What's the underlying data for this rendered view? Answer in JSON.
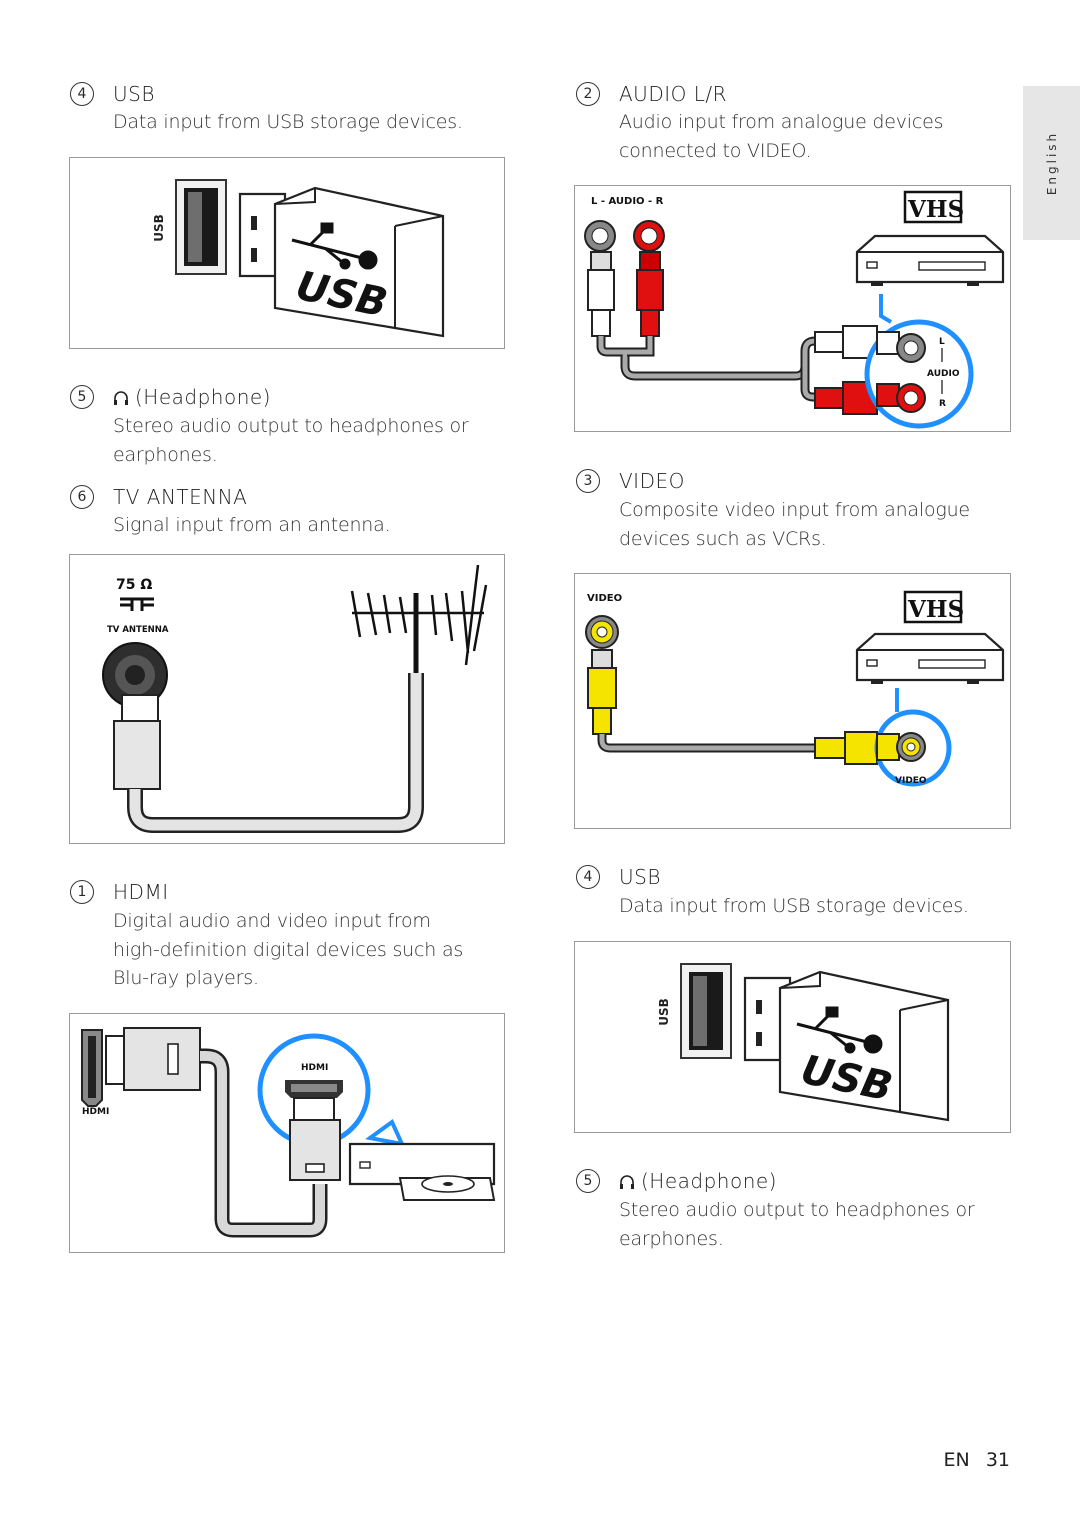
{
  "side_tab": {
    "language": "English"
  },
  "left": {
    "usb": {
      "num": "4",
      "title": "USB",
      "desc": "Data input from USB storage devices.",
      "port_label": "USB",
      "logo_text": "USB"
    },
    "headphone": {
      "num": "5",
      "title": "(Headphone)",
      "desc": "Stereo audio output to headphones or earphones."
    },
    "antenna": {
      "num": "6",
      "title": "TV ANTENNA",
      "desc": "Signal input from an antenna.",
      "port_ohm": "75 Ω",
      "port_label": "TV ANTENNA"
    },
    "hdmi": {
      "num": "1",
      "title": "HDMI",
      "desc": "Digital audio and video input from high-definition digital devices such as Blu-ray players.",
      "port_label": "HDMI",
      "callout_label": "HDMI"
    }
  },
  "right": {
    "audio": {
      "num": "2",
      "title": "AUDIO L/R",
      "desc": "Audio input from analogue devices connected to VIDEO.",
      "port_label": "L - AUDIO - R",
      "vhs": "VHS",
      "callout_l": "L",
      "callout_audio": "AUDIO",
      "callout_r": "R"
    },
    "video": {
      "num": "3",
      "title": "VIDEO",
      "desc": "Composite video input from analogue devices such as VCRs.",
      "port_label": "VIDEO",
      "vhs": "VHS",
      "callout_label": "VIDEO"
    },
    "usb": {
      "num": "4",
      "title": "USB",
      "desc": "Data input from USB storage devices.",
      "port_label": "USB",
      "logo_text": "USB"
    },
    "headphone": {
      "num": "5",
      "title": "(Headphone)",
      "desc": "Stereo audio output to headphones or earphones."
    }
  },
  "footer": {
    "lang": "EN",
    "page": "31"
  }
}
